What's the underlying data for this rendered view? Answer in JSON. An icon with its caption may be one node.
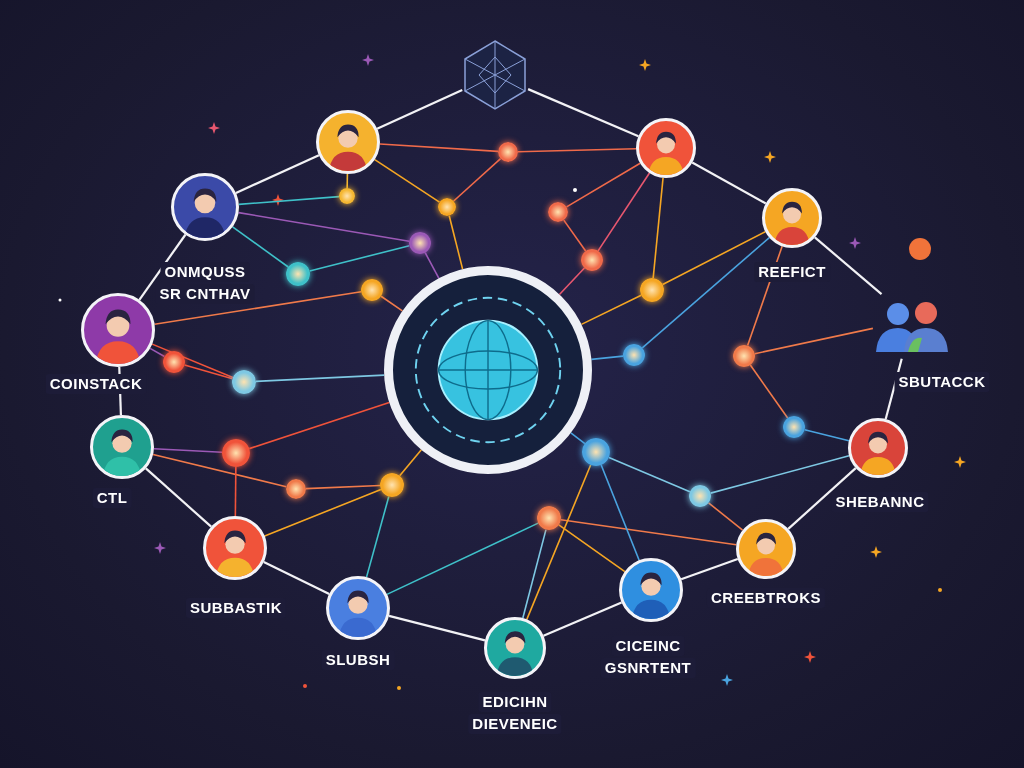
{
  "diagram": {
    "nodes": [
      {
        "text": [],
        "shape": "picture"
      },
      {
        "text": [],
        "shape": "person"
      },
      {
        "text": [],
        "shape": "person"
      },
      {
        "text": [],
        "shape": "person",
        "beside": [
          "ONMQUSS",
          "SR CNTHAV"
        ]
      },
      {
        "text": [],
        "shape": "person",
        "beside": [
          "REEFICT"
        ]
      },
      {
        "text": [],
        "shape": "person",
        "beside": [
          "COINSTACK"
        ]
      },
      {
        "text": [],
        "shape": "picture",
        "beside": [
          "SBUTACCK"
        ]
      },
      {
        "text": [],
        "shape": "person",
        "beside": [
          "CTL"
        ]
      },
      {
        "text": [],
        "shape": "person",
        "beside": [
          "SHEBANNC"
        ]
      },
      {
        "text": [],
        "shape": "person",
        "beside": [
          "SUBBASTIK"
        ]
      },
      {
        "text": [],
        "shape": "person",
        "beside": [
          "CREEBTROKS"
        ]
      },
      {
        "text": [],
        "shape": "person",
        "beside": [
          "SLUBSH"
        ]
      },
      {
        "text": [],
        "shape": "person",
        "beside": [
          "CICEINC",
          "GSNRTENT"
        ]
      },
      {
        "text": [],
        "shape": "person",
        "beside": [
          "EDICIHN",
          "DIEVENEIC"
        ]
      },
      {
        "text": [],
        "shape": "picture"
      },
      {
        "text": [],
        "shape": "circle"
      },
      {
        "text": [],
        "shape": "circle"
      },
      {
        "text": [],
        "shape": "circle"
      },
      {
        "text": [],
        "shape": "circle"
      },
      {
        "text": [],
        "shape": "circle"
      },
      {
        "text": [],
        "shape": "circle"
      },
      {
        "text": [],
        "shape": "circle"
      },
      {
        "text": [],
        "shape": "circle"
      },
      {
        "text": [],
        "shape": "circle"
      },
      {
        "text": [],
        "shape": "circle"
      },
      {
        "text": [],
        "shape": "circle"
      },
      {
        "text": [],
        "shape": "circle"
      },
      {
        "text": [],
        "shape": "circle"
      },
      {
        "text": [],
        "shape": "circle"
      },
      {
        "text": [],
        "shape": "circle"
      },
      {
        "text": [],
        "shape": "circle"
      },
      {
        "text": [],
        "shape": "circle"
      },
      {
        "text": [],
        "shape": "circle"
      },
      {
        "text": [],
        "shape": "circle"
      },
      {
        "text": [],
        "shape": "circle"
      }
    ],
    "edges": [
      {
        "from": 0,
        "to": 1,
        "arrow": "none"
      },
      {
        "from": 0,
        "to": 2,
        "arrow": "none"
      },
      {
        "from": 1,
        "to": 3,
        "arrow": "none"
      },
      {
        "from": 2,
        "to": 4,
        "arrow": "none"
      },
      {
        "from": 3,
        "to": 5,
        "arrow": "none"
      },
      {
        "from": 4,
        "to": 6,
        "arrow": "none"
      },
      {
        "from": 6,
        "to": 8,
        "arrow": "none"
      },
      {
        "from": 5,
        "to": 7,
        "arrow": "none"
      },
      {
        "from": 7,
        "to": 9,
        "arrow": "none"
      },
      {
        "from": 9,
        "to": 11,
        "arrow": "none"
      },
      {
        "from": 8,
        "to": 10,
        "arrow": "none"
      },
      {
        "from": 10,
        "to": 12,
        "arrow": "none"
      },
      {
        "from": 11,
        "to": 13,
        "arrow": "none"
      },
      {
        "from": 12,
        "to": 13,
        "arrow": "none"
      },
      {
        "from": 1,
        "to": 15,
        "arrow": "none",
        "color": "#f06a4a"
      },
      {
        "from": 1,
        "to": 16,
        "arrow": "none",
        "color": "#f5b731"
      },
      {
        "from": 1,
        "to": 17,
        "arrow": "none",
        "color": "#f5a623"
      },
      {
        "from": 2,
        "to": 15,
        "arrow": "none",
        "color": "#f06a4a"
      },
      {
        "from": 2,
        "to": 18,
        "arrow": "none",
        "color": "#f06a4a"
      },
      {
        "from": 2,
        "to": 20,
        "arrow": "none",
        "color": "#e8576f"
      },
      {
        "from": 2,
        "to": 23,
        "arrow": "none",
        "color": "#f5a623"
      },
      {
        "from": 3,
        "to": 16,
        "arrow": "none",
        "color": "#3fc1c9"
      },
      {
        "from": 3,
        "to": 21,
        "arrow": "none",
        "color": "#3fc1c9"
      },
      {
        "from": 3,
        "to": 19,
        "arrow": "none",
        "color": "#9b59b6"
      },
      {
        "from": 4,
        "to": 23,
        "arrow": "none",
        "color": "#f5a623"
      },
      {
        "from": 4,
        "to": 26,
        "arrow": "none",
        "color": "#f07a4a"
      },
      {
        "from": 4,
        "to": 27,
        "arrow": "none",
        "color": "#4aa3df"
      },
      {
        "from": 5,
        "to": 24,
        "arrow": "none",
        "color": "#9b59b6"
      },
      {
        "from": 5,
        "to": 25,
        "arrow": "none",
        "color": "#f0533a"
      },
      {
        "from": 5,
        "to": 22,
        "arrow": "none",
        "color": "#f07a4a"
      },
      {
        "from": 7,
        "to": 28,
        "arrow": "none",
        "color": "#9b59b6"
      },
      {
        "from": 7,
        "to": 33,
        "arrow": "none",
        "color": "#f07a4a"
      },
      {
        "from": 8,
        "to": 29,
        "arrow": "none",
        "color": "#4aa3df"
      },
      {
        "from": 8,
        "to": 34,
        "arrow": "none",
        "color": "#7ec8e3"
      },
      {
        "from": 6,
        "to": 26,
        "arrow": "none",
        "color": "#f07a4a"
      },
      {
        "from": 9,
        "to": 28,
        "arrow": "none",
        "color": "#f0533a"
      },
      {
        "from": 9,
        "to": 30,
        "arrow": "none",
        "color": "#f5a623"
      },
      {
        "from": 10,
        "to": 34,
        "arrow": "none",
        "color": "#f07a4a"
      },
      {
        "from": 10,
        "to": 32,
        "arrow": "none",
        "color": "#f07a4a"
      },
      {
        "from": 11,
        "to": 30,
        "arrow": "none",
        "color": "#3fc1c9"
      },
      {
        "from": 11,
        "to": 32,
        "arrow": "none",
        "color": "#3fc1c9"
      },
      {
        "from": 12,
        "to": 31,
        "arrow": "none",
        "color": "#4aa3df"
      },
      {
        "from": 12,
        "to": 32,
        "arrow": "none",
        "color": "#f5a623"
      },
      {
        "from": 13,
        "to": 32,
        "arrow": "none",
        "color": "#7ec8e3"
      },
      {
        "from": 13,
        "to": 31,
        "arrow": "none",
        "color": "#f5a623"
      },
      {
        "from": 17,
        "to": 14,
        "arrow": "none",
        "color": "#f5a623"
      },
      {
        "from": 19,
        "to": 14,
        "arrow": "none",
        "color": "#9b59b6"
      },
      {
        "from": 20,
        "to": 14,
        "arrow": "none",
        "color": "#e8576f"
      },
      {
        "from": 22,
        "to": 14,
        "arrow": "none",
        "color": "#f07a4a"
      },
      {
        "from": 23,
        "to": 14,
        "arrow": "none",
        "color": "#f5a623"
      },
      {
        "from": 25,
        "to": 14,
        "arrow": "none",
        "color": "#7ec8e3"
      },
      {
        "from": 27,
        "to": 14,
        "arrow": "none",
        "color": "#4aa3df"
      },
      {
        "from": 28,
        "to": 14,
        "arrow": "none",
        "color": "#f0533a"
      },
      {
        "from": 30,
        "to": 14,
        "arrow": "none",
        "color": "#f5a623"
      },
      {
        "from": 31,
        "to": 14,
        "arrow": "none",
        "color": "#4aa3df"
      },
      {
        "from": 21,
        "to": 19,
        "arrow": "none",
        "color": "#3fc1c9"
      },
      {
        "from": 24,
        "to": 25,
        "arrow": "none",
        "color": "#f0533a"
      },
      {
        "from": 15,
        "to": 17,
        "arrow": "none",
        "color": "#f06a4a"
      },
      {
        "from": 18,
        "to": 20,
        "arrow": "none",
        "color": "#f06a4a"
      },
      {
        "from": 26,
        "to": 29,
        "arrow": "none",
        "color": "#f07a4a"
      },
      {
        "from": 33,
        "to": 30,
        "arrow": "none",
        "color": "#f07a4a"
      },
      {
        "from": 34,
        "to": 31,
        "arrow": "none",
        "color": "#7ec8e3"
      }
    ]
  }
}
